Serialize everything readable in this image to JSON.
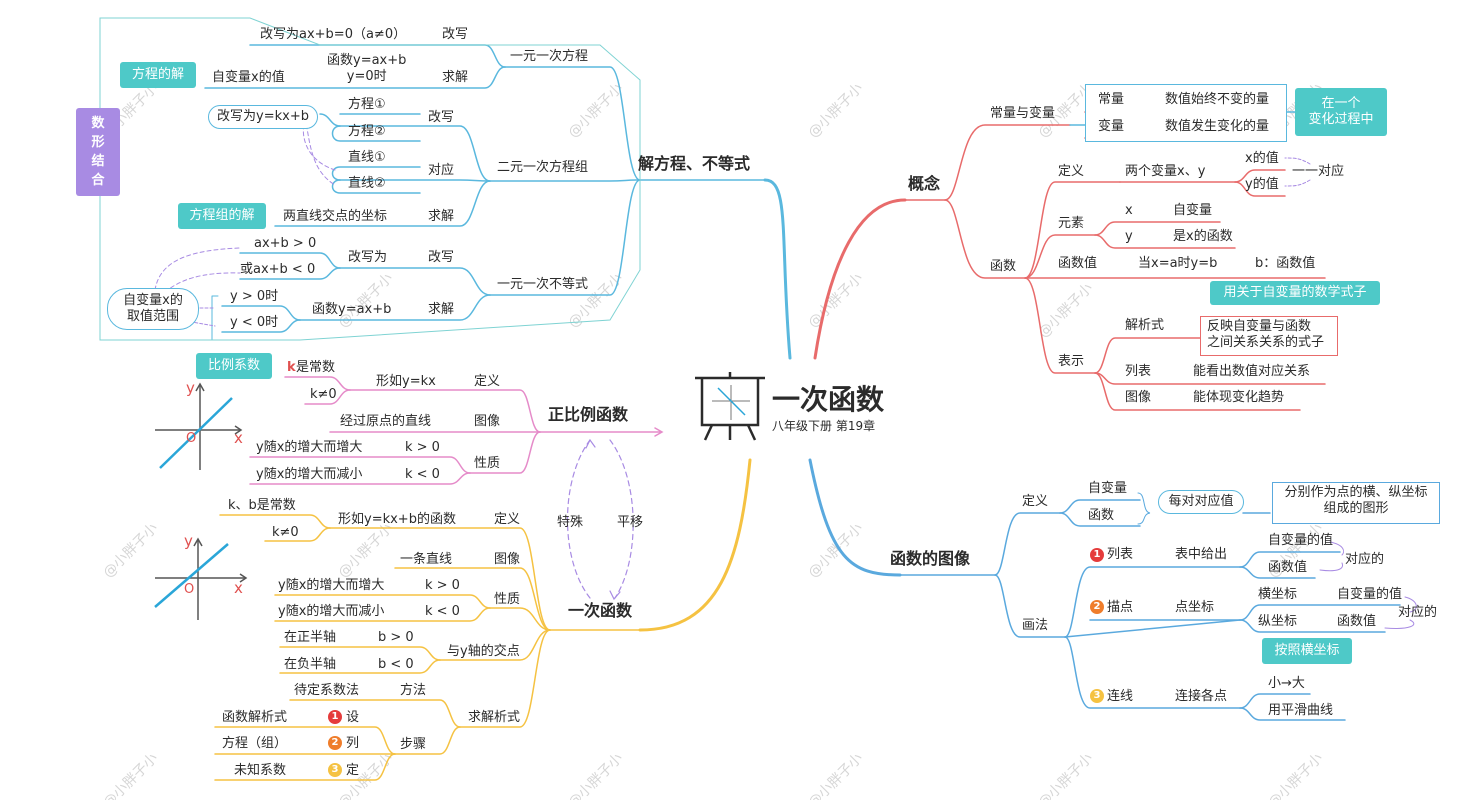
{
  "center": {
    "title": "一次函数",
    "subtitle": "八年级下册  第19章"
  },
  "colors": {
    "red": "#e86b6b",
    "cyan": "#5ab8de",
    "blue": "#5aa9de",
    "yellow": "#f5c242",
    "pink": "#e58bc9",
    "teal": "#4ec9c8",
    "purple": "#a88be3"
  },
  "concept": {
    "title": "概念",
    "const_var": {
      "label": "常量与变量",
      "const": "常量",
      "const_desc": "数值始终不变的量",
      "var": "变量",
      "var_desc": "数值发生变化的量",
      "note": "在一个\n变化过程中"
    },
    "func": {
      "label": "函数",
      "def": {
        "label": "定义",
        "text": "两个变量x、y",
        "xv": "x的值",
        "yv": "y的值",
        "corr": "一一对应"
      },
      "elem": {
        "label": "元素",
        "x": "x",
        "x_desc": "自变量",
        "y": "y",
        "y_desc": "是x的函数"
      },
      "value": {
        "label": "函数值",
        "text": "当x=a时y=b",
        "desc": "b：函数值"
      },
      "repr": {
        "label": "表示",
        "formula": "解析式",
        "formula_note": "用关于自变量的数学式子",
        "formula_box": "反映自变量与函数\n之间关系关系的式子",
        "table": "列表",
        "table_desc": "能看出数值对应关系",
        "graph": "图像",
        "graph_desc": "能体现变化趋势"
      }
    }
  },
  "graph": {
    "title": "函数的图像",
    "def": {
      "label": "定义",
      "a": "自变量",
      "b": "函数",
      "pill": "每对对应值",
      "box": "分别作为点的横、纵坐标\n组成的图形"
    },
    "method": {
      "label": "画法",
      "s1": {
        "num": "1",
        "label": "列表",
        "text": "表中给出",
        "a": "自变量的值",
        "b": "函数值",
        "c": "对应的"
      },
      "s2": {
        "num": "2",
        "label": "描点",
        "text": "点坐标",
        "a": "横坐标",
        "a2": "自变量的值",
        "b": "纵坐标",
        "b2": "函数值",
        "c": "对应的"
      },
      "s3": {
        "num": "3",
        "label": "连线",
        "text": "连接各点",
        "note": "按照横坐标",
        "a": "小→大",
        "b": "用平滑曲线"
      }
    }
  },
  "solve": {
    "title": "解方程、不等式",
    "side": "数\n形\n结\n合",
    "eq1": {
      "label": "一元一次方程",
      "r1": "改写",
      "r1t": "改写为ax+b=0（a≠0）",
      "r2": "求解",
      "r2t": "函数y=ax+b\ny=0时",
      "r2v": "自变量x的值",
      "chip": "方程的解"
    },
    "eq2": {
      "label": "二元一次方程组",
      "r1": "改写",
      "a": "方程①",
      "b": "方程②",
      "pill": "改写为y=kx+b",
      "r2": "对应",
      "c": "直线①",
      "d": "直线②",
      "r3": "求解",
      "r3t": "两直线交点的坐标",
      "chip": "方程组的解"
    },
    "ineq": {
      "label": "一元一次不等式",
      "r1": "改写",
      "r1t": "改写为",
      "a": "ax+b > 0",
      "b": "或ax+b < 0",
      "r2": "求解",
      "r2t": "函数y=ax+b",
      "c": "y > 0时",
      "d": "y < 0时",
      "pill": "自变量x的\n取值范围"
    }
  },
  "prop": {
    "title": "正比例函数",
    "def": {
      "label": "定义",
      "text": "形如y=kx",
      "k": "k",
      "kconst": "是常数",
      "kne": "k≠0",
      "chip": "比例系数"
    },
    "img": {
      "label": "图像",
      "text": "经过原点的直线"
    },
    "nat": {
      "label": "性质",
      "a": "y随x的增大而增大",
      "ak": "k > 0",
      "b": "y随x的增大而减小",
      "bk": "k < 0"
    }
  },
  "linear": {
    "title": "一次函数",
    "special": "特殊",
    "shift": "平移",
    "def": {
      "label": "定义",
      "text": "形如y=kx+b的函数",
      "kb": "k、b是常数",
      "kne": "k≠0"
    },
    "img": {
      "label": "图像",
      "text": "一条直线"
    },
    "nat": {
      "label": "性质",
      "a": "y随x的增大而增大",
      "ak": "k > 0",
      "b": "y随x的增大而减小",
      "bk": "k < 0"
    },
    "yint": {
      "label": "与y轴的交点",
      "a": "在正半轴",
      "ab": "b > 0",
      "b": "在负半轴",
      "bb": "b < 0"
    },
    "solve": {
      "label": "求解析式",
      "method": "方法",
      "method_t": "待定系数法",
      "steps": "步骤",
      "s1": "设",
      "s1t": "函数解析式",
      "s2": "列",
      "s2t": "方程（组）",
      "s3": "定",
      "s3t": "未知系数"
    }
  },
  "axes": {
    "x": "x",
    "y": "y",
    "o": "O"
  },
  "watermark": "@小胖子小"
}
